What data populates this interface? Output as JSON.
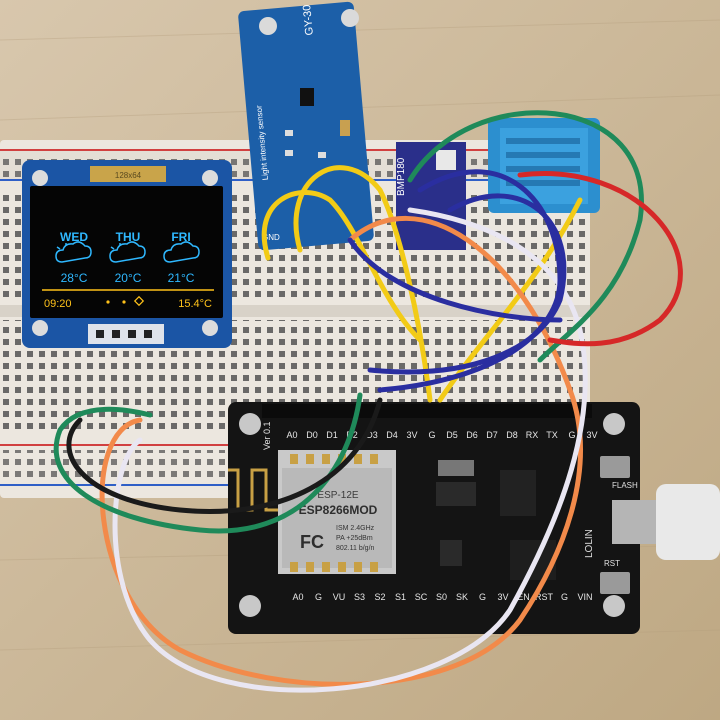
{
  "oled": {
    "days": [
      {
        "day": "WED",
        "temp": "28°C"
      },
      {
        "day": "THU",
        "temp": "20°C"
      },
      {
        "day": "FRI",
        "temp": "21°C"
      }
    ],
    "time": "09:20",
    "indoor_temp": "15.4°C",
    "top_label": "128x64"
  },
  "light_sensor": {
    "model": "GY-30",
    "caption": "Light intensity sensor",
    "pin": "GND"
  },
  "bmp_board": {
    "label": "BMP180"
  },
  "nodemcu": {
    "version": "Ver 0.1",
    "module": "ESP-12E",
    "chip": "ESP8266MOD",
    "spec_lines": [
      "ISM 2.4GHz",
      "PA +25dBm",
      "802.11 b/g/n"
    ],
    "fc_mark": "FC",
    "brand": "LOLIN",
    "flash_label": "FLASH",
    "rst_label": "RST",
    "top_pins": [
      "A0",
      "D0",
      "D1",
      "D2",
      "D3",
      "D4",
      "3V",
      "G",
      "D5",
      "D6",
      "D7",
      "D8",
      "RX",
      "TX",
      "G",
      "3V"
    ],
    "bottom_pins": [
      "A0",
      "G",
      "VU",
      "S3",
      "S2",
      "S1",
      "SC",
      "S0",
      "SK",
      "G",
      "3V",
      "EN",
      "RST",
      "G",
      "VIN"
    ]
  },
  "colors": {
    "oled_cyan": "#2fb8ff",
    "oled_yellow": "#ffc21a",
    "pcb_blue": "#1c5fa8",
    "board_black": "#141414",
    "breadboard": "#ece7df"
  }
}
